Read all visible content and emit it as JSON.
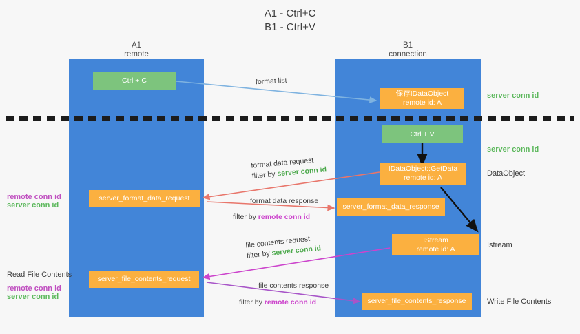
{
  "title": {
    "line1": "A1 - Ctrl+C",
    "line2": "B1 - Ctrl+V"
  },
  "columns": [
    {
      "name": "A1",
      "sub": "remote"
    },
    {
      "name": "B1",
      "sub": "connection"
    }
  ],
  "nodes": {
    "ctrl_c": {
      "line1": "Ctrl + C",
      "line2": ""
    },
    "save_idataobject": {
      "line1": "保存IDataObject",
      "line2": "remote id: A"
    },
    "ctrl_v": {
      "line1": "Ctrl + V",
      "line2": ""
    },
    "idataobject_getdata": {
      "line1": "IDataObject::GetData",
      "line2": "remote id: A"
    },
    "server_format_data_request": {
      "line1": "server_format_data_request",
      "line2": ""
    },
    "server_format_data_response": {
      "line1": "server_format_data_response",
      "line2": ""
    },
    "istream": {
      "line1": "IStream",
      "line2": "remote id: A"
    },
    "server_file_contents_request": {
      "line1": "server_file_contents_request",
      "line2": ""
    },
    "server_file_contents_response": {
      "line1": "server_file_contents_response",
      "line2": ""
    }
  },
  "side_labels": {
    "server_conn_id_1": "server conn id",
    "server_conn_id_2": "server conn id",
    "dataobject": "DataObject",
    "istream": "Istream",
    "write_file_contents": "Write File Contents",
    "read_file_contents": "Read File Contents",
    "left_remote_conn_id_1": "remote conn id",
    "left_server_conn_id_1": "server conn id",
    "left_remote_conn_id_2": "remote conn id",
    "left_server_conn_id_2": "server conn id"
  },
  "edges": {
    "format_list": "format list",
    "format_data_request": "format data request",
    "format_data_request_filter_prefix": "filter by ",
    "format_data_request_filter_key": "server conn id",
    "format_data_response": "format data response",
    "format_data_response_filter_prefix": "filter by ",
    "format_data_response_filter_key": "remote conn id",
    "file_contents_request": "file contents request",
    "file_contents_request_filter_prefix": "filter by ",
    "file_contents_request_filter_key": "server conn id",
    "file_contents_response": "file contents response",
    "file_contents_response_filter_prefix": "filter by ",
    "file_contents_response_filter_key": "remote conn id"
  },
  "colors": {
    "lane": "#4285d8",
    "green_box": "#7dc47d",
    "orange_box": "#fbb040",
    "server_conn_id": "#5cb85c",
    "remote_conn_id": "#c050c0",
    "arrow_light_blue": "#7fb3e0",
    "arrow_red": "#e8766b",
    "arrow_magenta": "#cc44cc",
    "arrow_purple": "#a855c8",
    "arrow_black": "#111111",
    "background": "#f7f7f7"
  }
}
